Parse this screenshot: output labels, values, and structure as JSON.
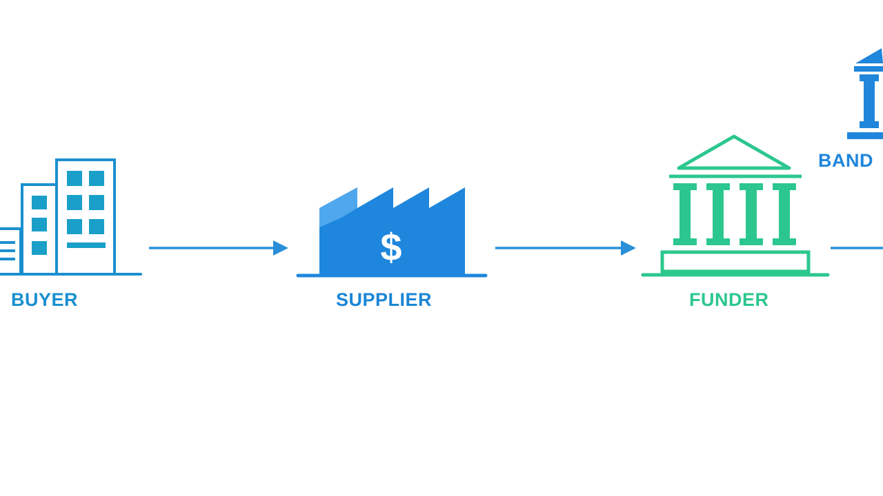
{
  "nodes": {
    "buyer": {
      "label": "BUYER"
    },
    "supplier": {
      "label": "SUPPLIER",
      "symbol": "$"
    },
    "funder": {
      "label": "FUNDER"
    },
    "bank": {
      "label": "BAND"
    }
  },
  "icons": {
    "buyer": "office-buildings-icon",
    "supplier": "factory-dollar-icon",
    "funder": "bank-building-icon",
    "bank": "bank-building-icon"
  },
  "colors": {
    "buyer": "#1a8fd0",
    "supplier": "#1a86d6",
    "funder": "#2cc78e",
    "bank": "#1f86dc",
    "arrow": "#2a8fd8"
  }
}
